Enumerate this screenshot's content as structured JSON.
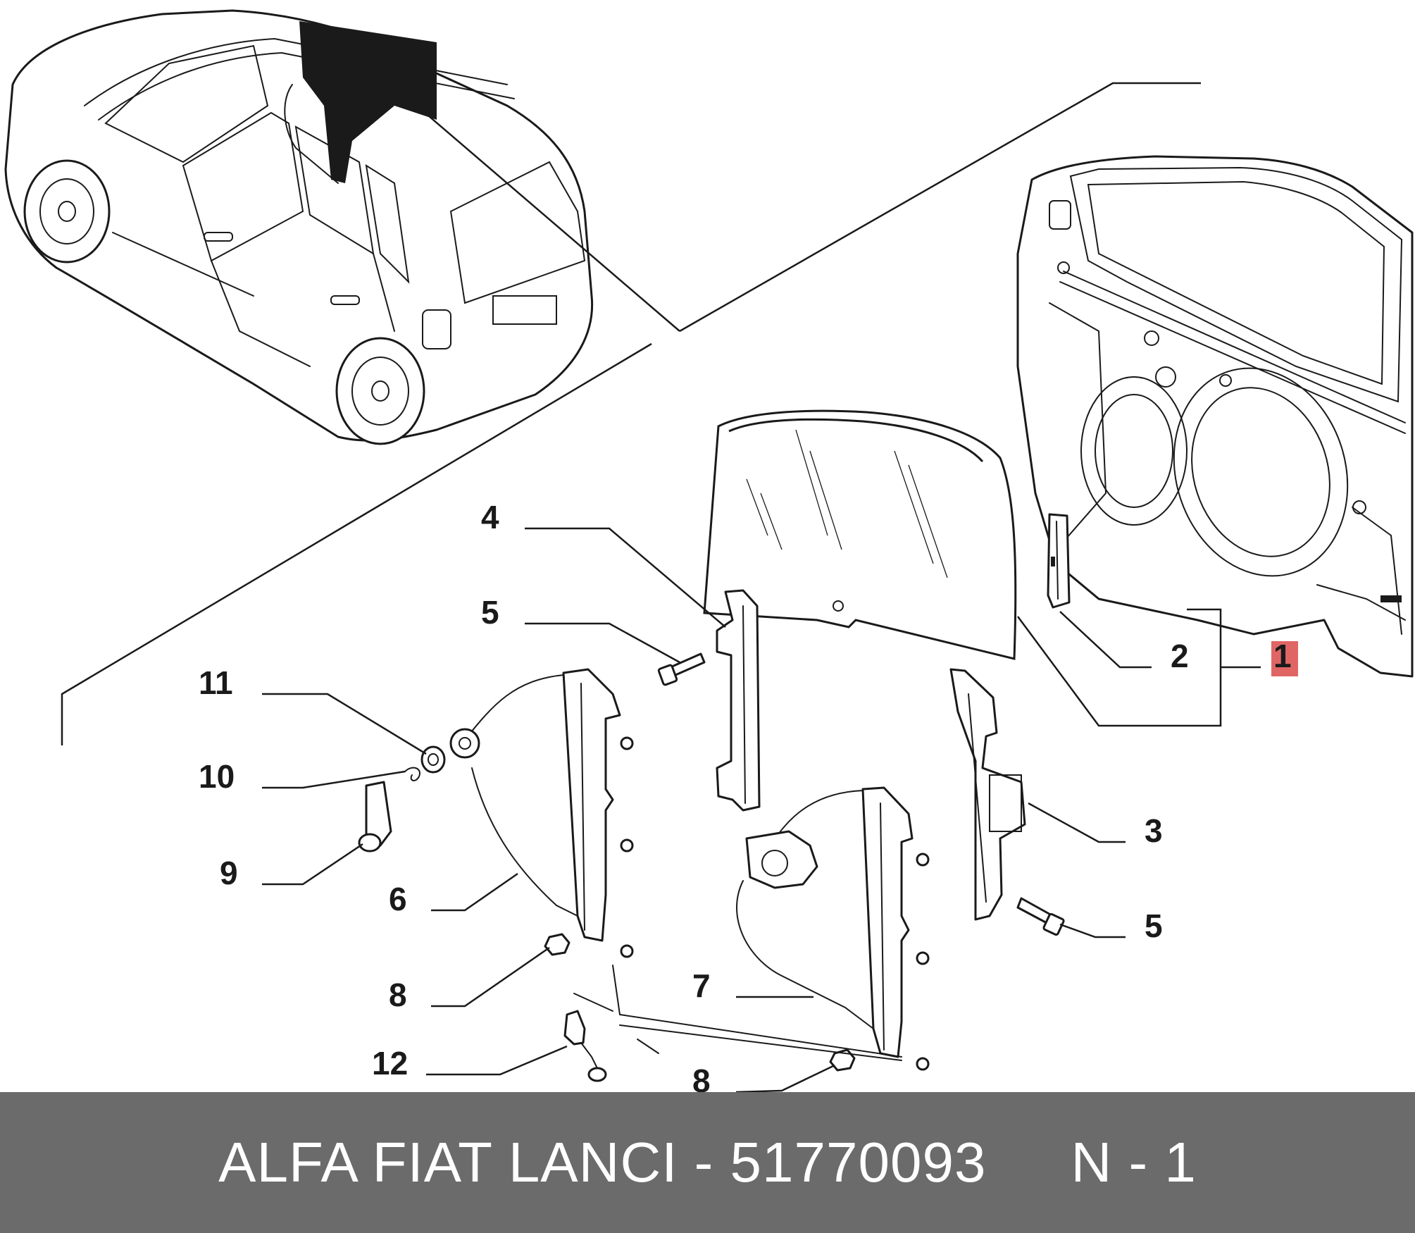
{
  "diagram": {
    "callouts": [
      {
        "id": "c1",
        "label": "1"
      },
      {
        "id": "c2",
        "label": "2"
      },
      {
        "id": "c3",
        "label": "3"
      },
      {
        "id": "c4",
        "label": "4"
      },
      {
        "id": "c5a",
        "label": "5"
      },
      {
        "id": "c5b",
        "label": "5"
      },
      {
        "id": "c6",
        "label": "6"
      },
      {
        "id": "c7",
        "label": "7"
      },
      {
        "id": "c8a",
        "label": "8"
      },
      {
        "id": "c8b",
        "label": "8"
      },
      {
        "id": "c9",
        "label": "9"
      },
      {
        "id": "c10",
        "label": "10"
      },
      {
        "id": "c11",
        "label": "11"
      },
      {
        "id": "c12",
        "label": "12"
      }
    ],
    "highlight_color": "#e06666"
  },
  "footer": {
    "part_text": "ALFA FIAT LANCI - 51770093",
    "position_text": "N - 1",
    "background": "#6b6b6b"
  }
}
